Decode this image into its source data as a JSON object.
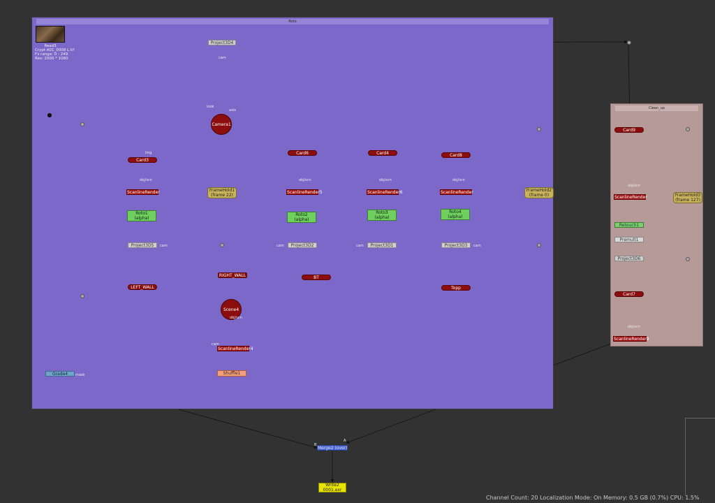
{
  "backdrops": {
    "roto": {
      "label": "Roto"
    },
    "cleanup": {
      "label": "Clean_up"
    }
  },
  "read": {
    "name": "Read3",
    "file": "Crypt A01_0008 L.tif",
    "range": "f's range: 0 - 249",
    "res": "Res: 2000 * 1080"
  },
  "nodes": {
    "project3d4": "Project3D4",
    "camera1": "Camera1",
    "card3": "Card3",
    "card6": "Card6",
    "card4": "Card4",
    "card8": "Card8",
    "card9": "Card9",
    "card7": "Card7",
    "scan_left": "ScanlineRender",
    "scan_mid": "ScanlineRender5",
    "scan_mid2": "ScanlineRender6",
    "scan_right": "ScanlineRender",
    "scan_clean": "ScanlineRender",
    "scan4": "ScanlineRender4",
    "scan9": "ScanlineRender9",
    "framehold1_a": "FrameHold1",
    "framehold1_b": "(frame 22)",
    "framehold2_a": "FrameHold2",
    "framehold2_b": "(frame 0)",
    "framehold3_a": "FrameHold3",
    "framehold3_b": "(frame 127)",
    "roto1_a": "Roto1",
    "roto1_b": "(alpha)",
    "roto2_a": "Roto2",
    "roto2_b": "(alpha)",
    "roto3_a": "Roto3",
    "roto3_b": "(alpha)",
    "roto4_a": "Roto4",
    "roto4_b": "(alpha)",
    "project3d5": "Project3D5",
    "project3d2": "Project3D2",
    "project3d1": "Project3D1",
    "project3d3": "Project3D3",
    "project3d6": "Project3D6",
    "right_wall": "RIGHT_WALL",
    "left_wall": "LEFT_WALL",
    "bt": "BT",
    "topp": "Topp",
    "scene4": "Scene4",
    "shuffle1": "Shuffle1",
    "grade4": "Grade4",
    "retouch1": "Retouch1",
    "premult1": "Premult1",
    "merge2": "Merge2 (over)",
    "write2_a": "Write2",
    "write2_b": "0001.exr"
  },
  "wire_labels": {
    "cam": "cam",
    "look": "look",
    "axis": "axis",
    "img": "img",
    "obj_scn": "obj/scn",
    "mask": "mask",
    "a": "A",
    "b": "B"
  },
  "status": {
    "text": "Channel Count: 20  Localization Mode: On  Memory: 0.5 GB (0.7%)  CPU: 1.5%"
  },
  "colors": {
    "roto_backdrop": "#7b68c8",
    "cleanup_backdrop": "#b59a98",
    "card": "#8b0d0d",
    "roto_node": "#6fcf5f",
    "framehold": "#c8b25a",
    "write": "#e8e400",
    "merge": "#4a68d0",
    "canvas": "#323232"
  }
}
